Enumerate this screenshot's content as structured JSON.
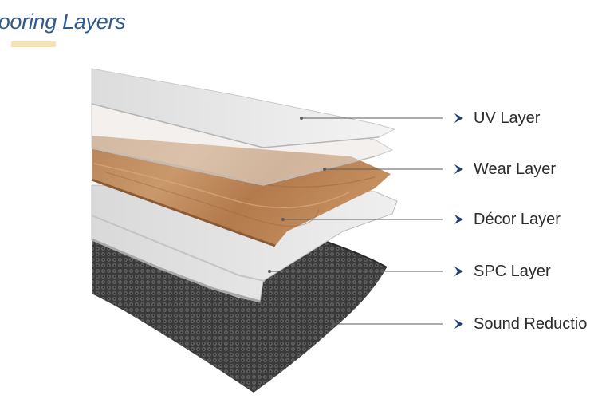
{
  "title": "looring Layers",
  "colors": {
    "title": "#2e5a93",
    "title_underline": "#f6e3b4",
    "leader_line": "#5a5a5a",
    "label_text": "#2b2b2b",
    "arrow_icon": "#1f3f73"
  },
  "layers": [
    {
      "label": "UV Layer",
      "icon": "arrowhead-right-icon"
    },
    {
      "label": "Wear Layer",
      "icon": "arrowhead-right-icon"
    },
    {
      "label": "Décor Layer",
      "icon": "arrowhead-right-icon"
    },
    {
      "label": "SPC Layer",
      "icon": "arrowhead-right-icon"
    },
    {
      "label": "Sound Reductio",
      "icon": "arrowhead-right-icon"
    }
  ]
}
